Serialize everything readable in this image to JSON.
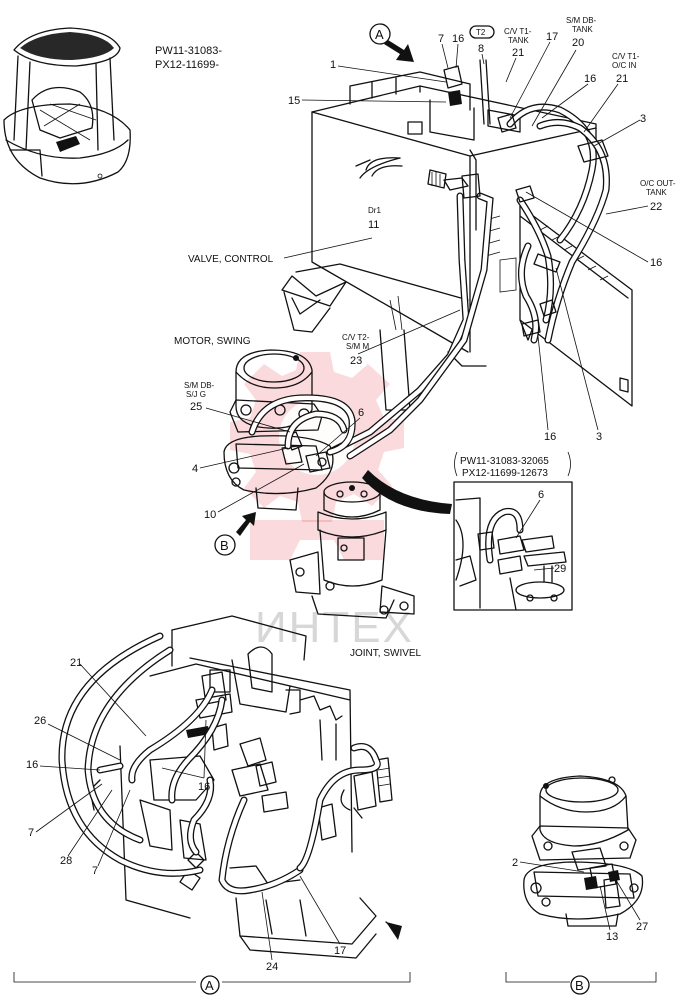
{
  "serials": {
    "main_line1": "PW11-31083-",
    "main_line2": "PX12-11699-",
    "inset_line1": "PW11-31083-32065",
    "inset_line2": "PX12-11699-12673"
  },
  "components": {
    "valve_control": "VALVE, CONTROL",
    "motor_swing": "MOTOR, SWING",
    "joint_swivel": "JOINT, SWIVEL"
  },
  "hose_labels": {
    "cv_t1_tank": [
      "C/V T1-",
      "TANK"
    ],
    "sm_db_tank": [
      "S/M DB-",
      "TANK"
    ],
    "cv_t1_oc_in": [
      "C/V T1-",
      "O/C IN"
    ],
    "oc_out_tank": [
      "O/C OUT-",
      "TANK"
    ],
    "dr1": "Dr1",
    "cv_t2_sm_m": [
      "C/V T2-",
      "S/M M"
    ],
    "sm_db_sj_g": [
      "S/M DB-",
      "S/J G"
    ]
  },
  "view_markers": {
    "a": "A",
    "b": "B"
  },
  "t2_badge": "T2",
  "part_numbers": {
    "main": {
      "n1": "1",
      "n3a": "3",
      "n3b": "3",
      "n4": "4",
      "n6": "6",
      "n7": "7",
      "n8": "8",
      "n10": "10",
      "n11": "11",
      "n15": "15",
      "n16a": "16",
      "n16b": "16",
      "n16c": "16",
      "n16d": "16",
      "n17": "17",
      "n20": "20",
      "n21a": "21",
      "n21b": "21",
      "n22": "22",
      "n23": "23",
      "n25": "25"
    },
    "inset": {
      "n6": "6",
      "n29": "29"
    },
    "view_a": {
      "n7a": "7",
      "n7b": "7",
      "n16a": "16",
      "n16b": "16",
      "n17": "17",
      "n21": "21",
      "n24": "24",
      "n26": "26",
      "n28": "28"
    },
    "view_b": {
      "n2": "2",
      "n13": "13",
      "n27": "27"
    }
  },
  "watermark": "ИНТЕХ",
  "colors": {
    "ink": "#111111",
    "paper": "#ffffff",
    "watermark_red": "#e31b23",
    "watermark_grey": "#b8b8b8"
  }
}
